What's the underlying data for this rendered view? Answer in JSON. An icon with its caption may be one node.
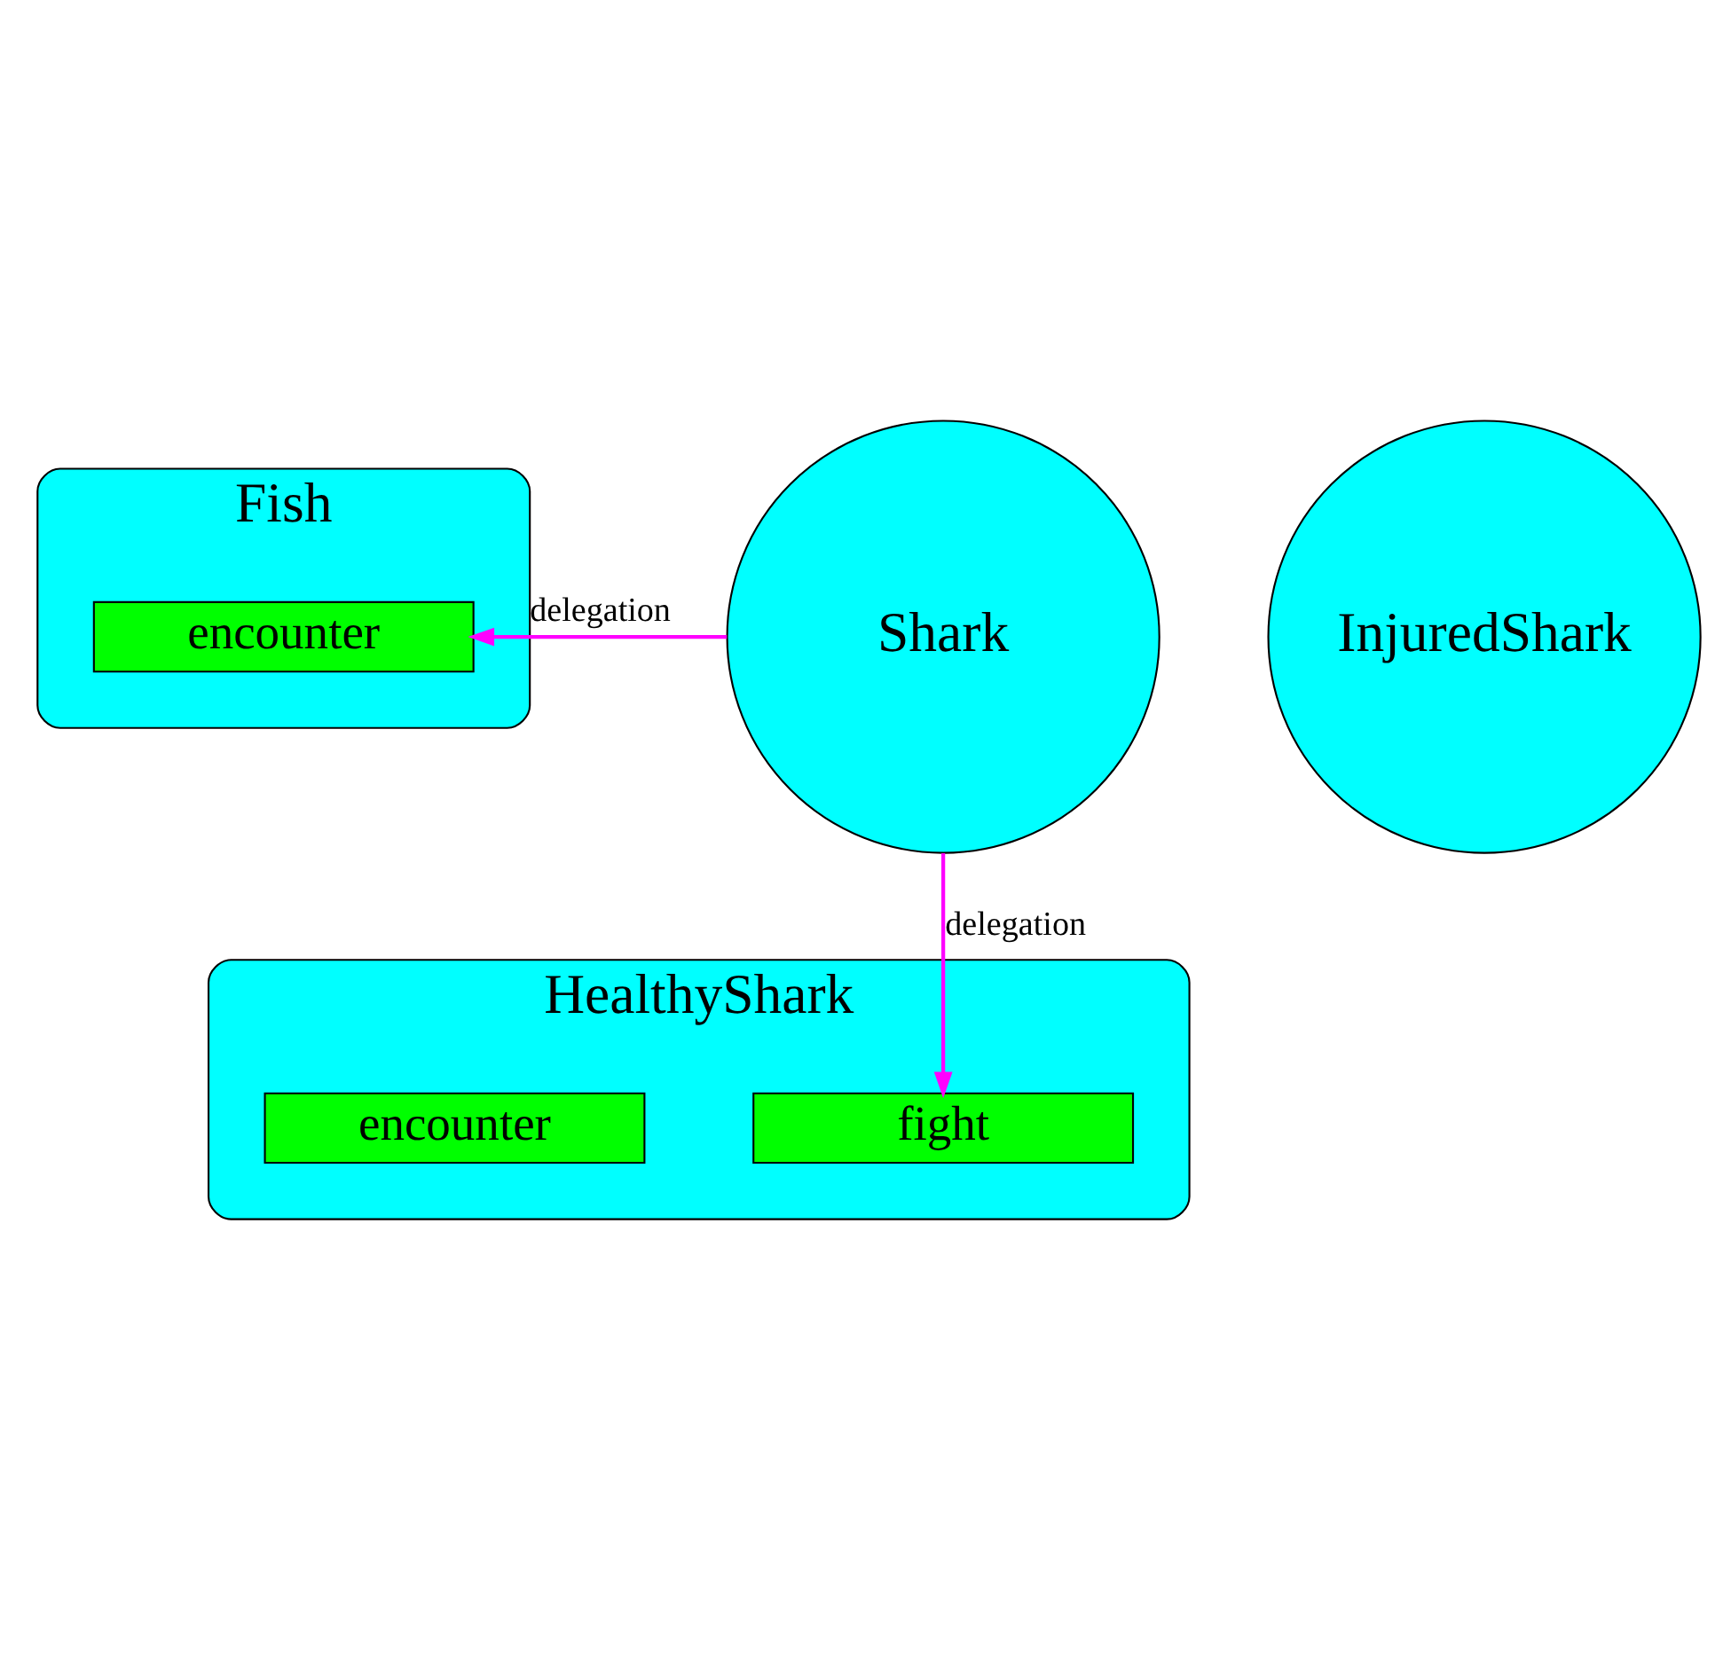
{
  "diagram": {
    "nodes": [
      {
        "text": [
          "Fish"
        ]
      },
      {
        "text": [
          "encounter"
        ],
        "in": 0
      },
      {
        "text": [
          "Shark"
        ]
      },
      {
        "text": [
          "InjuredShark"
        ]
      },
      {
        "text": [
          "HealthyShark"
        ]
      },
      {
        "text": [
          "fight"
        ],
        "in": 4
      },
      {
        "text": [
          "encounter"
        ],
        "in": 4
      }
    ],
    "edges": [
      {
        "from": 2,
        "to": 1,
        "arrow": "to",
        "label": "delegation",
        "color": "#ff00ff"
      },
      {
        "from": 2,
        "to": 5,
        "arrow": "to",
        "label": "delegation",
        "color": "#ff00ff"
      }
    ]
  }
}
